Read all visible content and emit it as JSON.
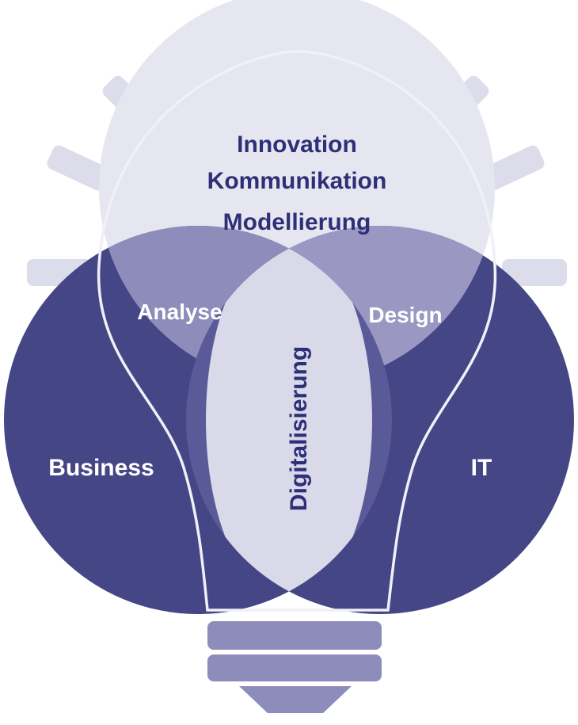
{
  "diagram": {
    "top_lines": [
      "Innovation",
      "Kommunikation",
      "Modellierung"
    ],
    "left_overlap": "Analyse",
    "right_overlap": "Design",
    "center": "Digitalisierung",
    "left_circle": "Business",
    "right_circle": "IT"
  },
  "colors": {
    "dark": "#454685",
    "mid": "#8e8cba",
    "light": "#d6d6e8",
    "pale": "#e6e6f1",
    "text_dark": "#2f2f78",
    "text_light": "#ffffff"
  }
}
